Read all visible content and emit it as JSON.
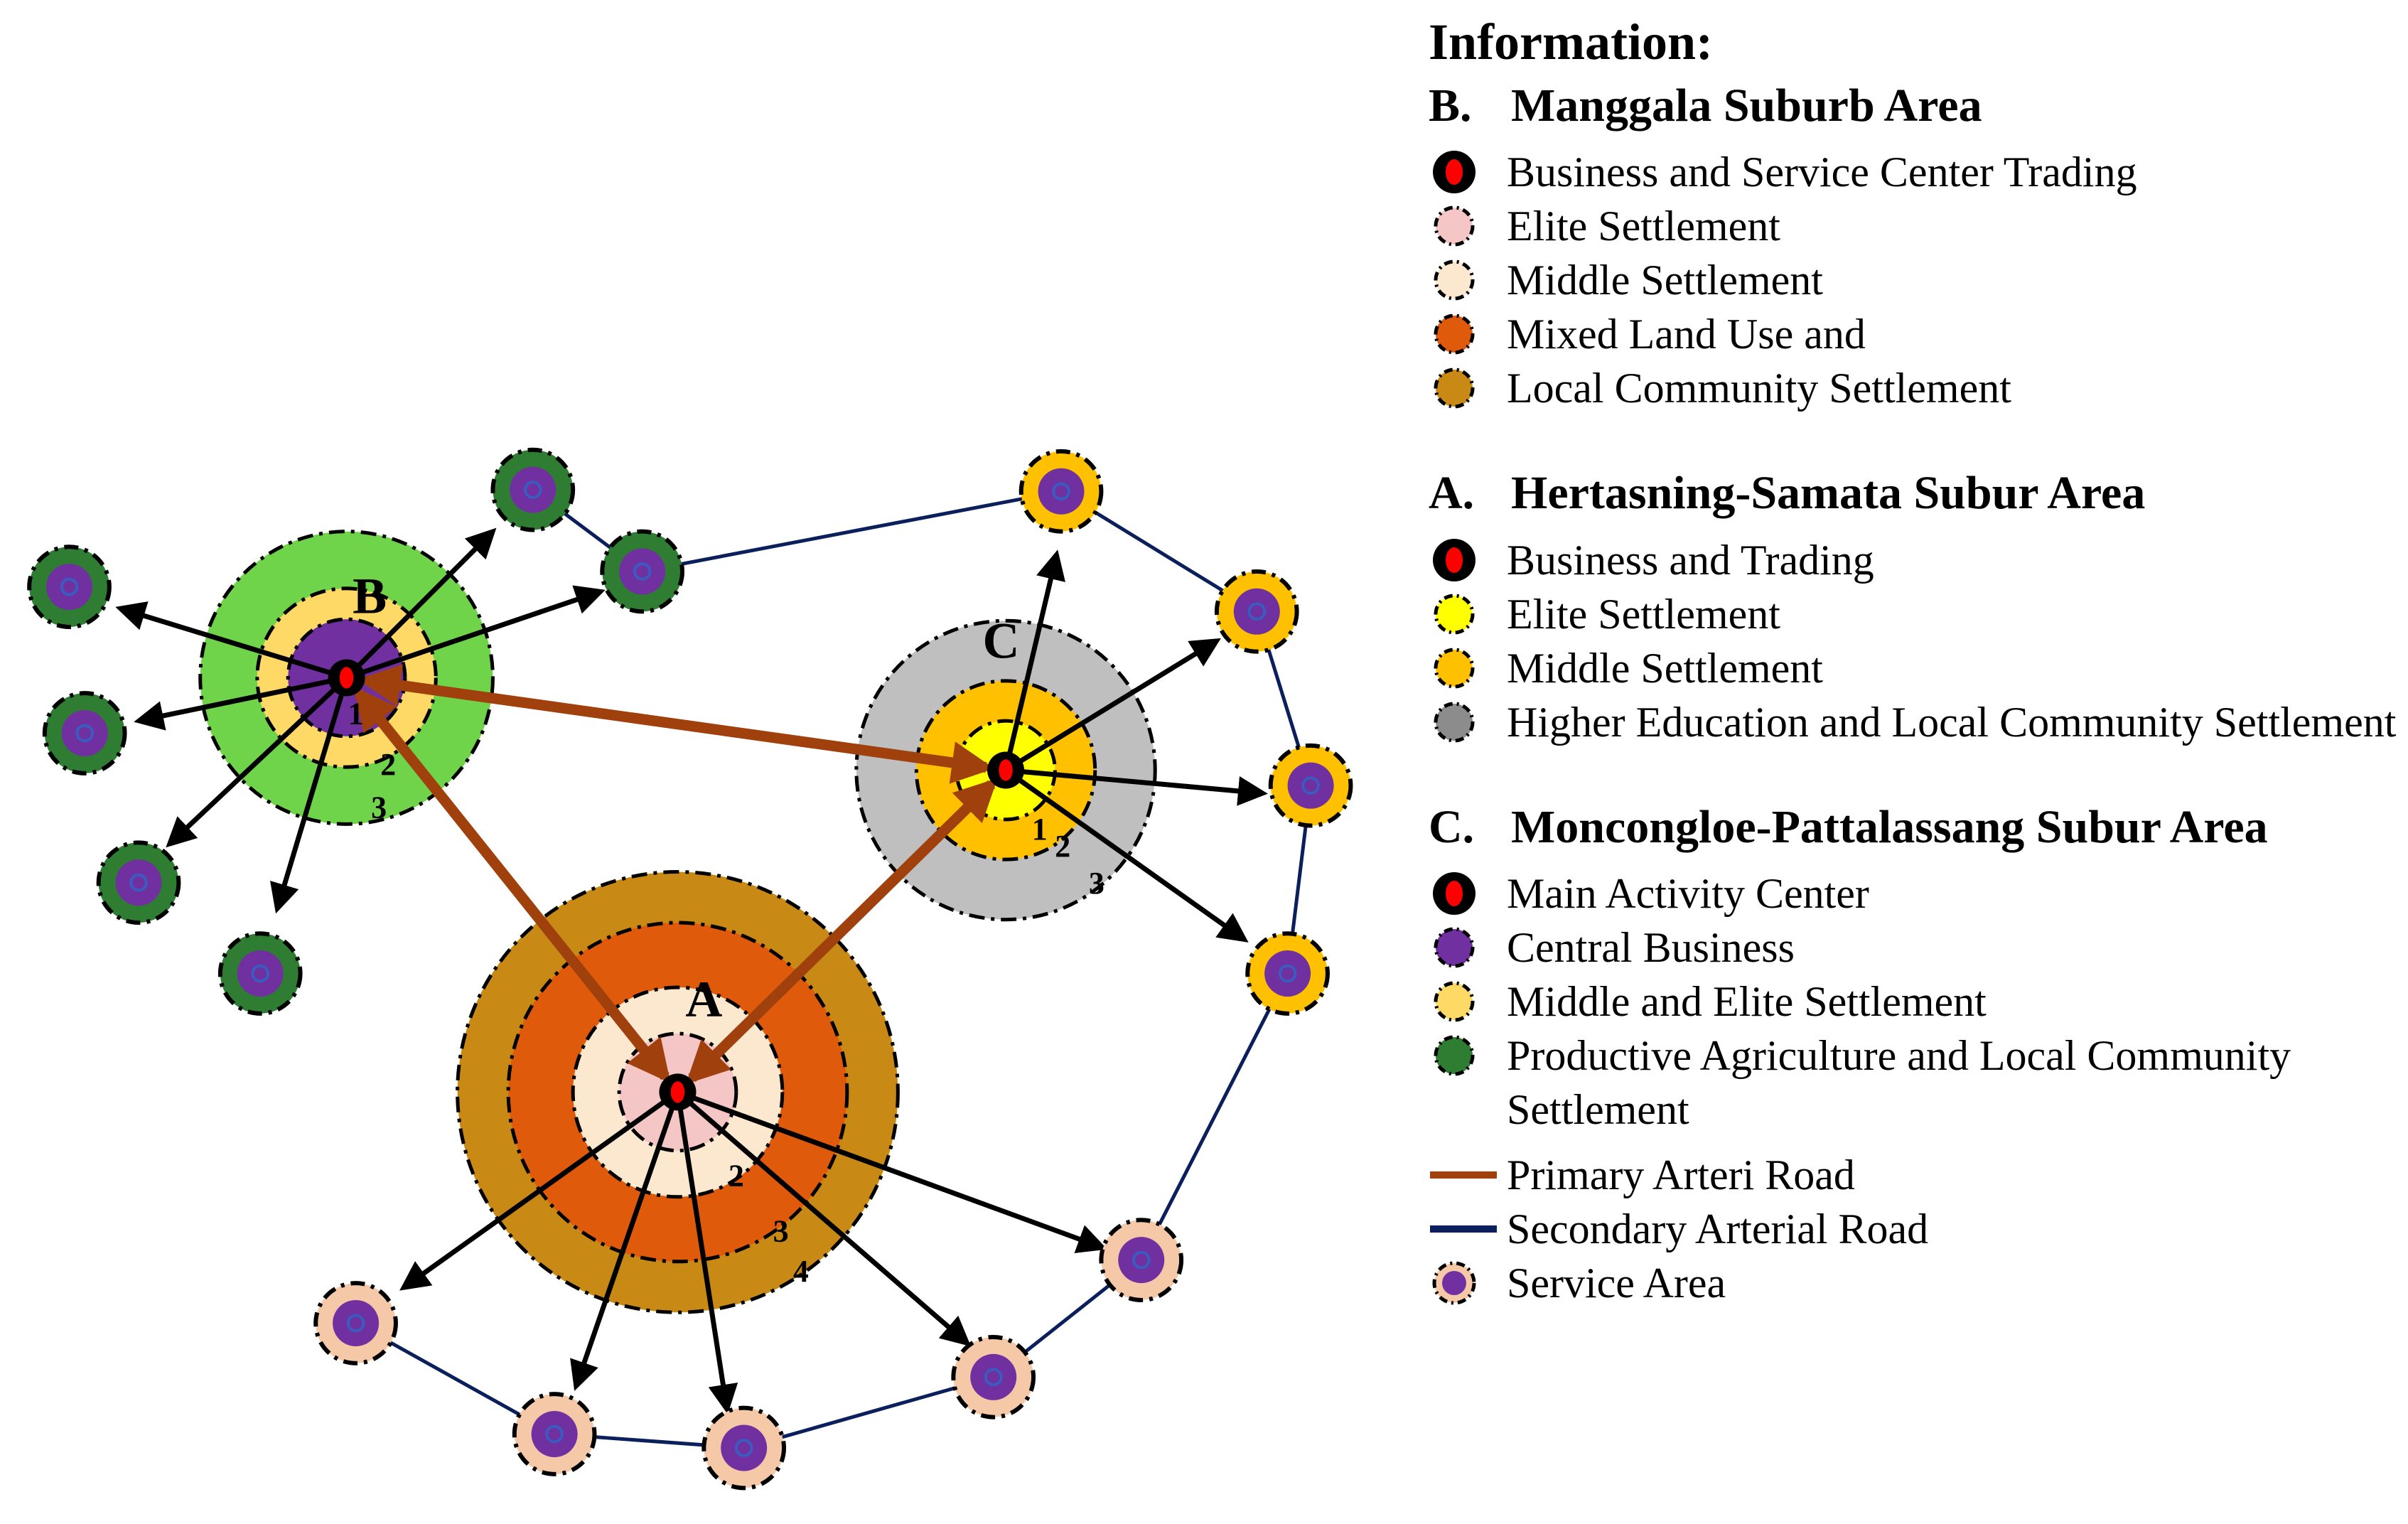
{
  "legend": {
    "title": "Information:",
    "sections": [
      {
        "letter": "B.",
        "title": "Manggala Suburb Area",
        "items": [
          {
            "label": "Business and Service Center Trading",
            "fill": "#ff0000",
            "ring": "#000000",
            "style": "core"
          },
          {
            "label": "Elite Settlement",
            "fill": "#f5c6c6",
            "ring": "#000000",
            "style": "dashed"
          },
          {
            "label": "Middle Settlement",
            "fill": "#fbe8cf",
            "ring": "#000000",
            "style": "dashed"
          },
          {
            "label": "Mixed Land Use and",
            "fill": "#e05a0c",
            "ring": "#000000",
            "style": "dashed"
          },
          {
            "label": "Local Community Settlement",
            "fill": "#c88a14",
            "ring": "#000000",
            "style": "dashed"
          }
        ]
      },
      {
        "letter": "A.",
        "title": "Hertasning-Samata Subur Area",
        "items": [
          {
            "label": "Business and Trading",
            "fill": "#ff0000",
            "ring": "#000000",
            "style": "core"
          },
          {
            "label": "Elite Settlement",
            "fill": "#ffff00",
            "ring": "#000000",
            "style": "dashed"
          },
          {
            "label": "Middle Settlement",
            "fill": "#ffc000",
            "ring": "#000000",
            "style": "dashed"
          },
          {
            "label": "Higher Education and Local Community Settlement",
            "fill": "#8c8c8c",
            "ring": "#000000",
            "style": "dashed"
          }
        ]
      },
      {
        "letter": "C.",
        "title": "Moncongloe-Pattalassang Subur Area",
        "items": [
          {
            "label": "Main Activity Center",
            "fill": "#ff0000",
            "ring": "#000000",
            "style": "core"
          },
          {
            "label": "Central Business",
            "fill": "#7030a0",
            "ring": "#000000",
            "style": "dashed"
          },
          {
            "label": "Middle and Elite Settlement",
            "fill": "#ffd966",
            "ring": "#000000",
            "style": "dashed"
          },
          {
            "label": "Productive Agriculture and Local Community Settlement",
            "fill": "#2e7d32",
            "ring": "#000000",
            "style": "dashed"
          }
        ]
      }
    ],
    "roads": [
      {
        "label": "Primary Arteri Road",
        "color": "#a0400c"
      },
      {
        "label": "Secondary Arterial Road",
        "color": "#0a1f5c"
      }
    ],
    "service_area": {
      "label": "Service Area",
      "fill": "#7030a0",
      "ring": "#f5c9a8"
    }
  },
  "diagram": {
    "centers": [
      {
        "label": "A",
        "ring_numbers": [
          "2",
          "3",
          "4"
        ],
        "rings": [
          "#c88a14",
          "#e05a0c",
          "#fbe8cf",
          "#f5c6c6"
        ]
      },
      {
        "label": "B",
        "ring_numbers": [
          "1",
          "2",
          "3"
        ],
        "rings": [
          "#70d44a",
          "#ffd966",
          "#7030a0"
        ]
      },
      {
        "label": "C",
        "ring_numbers": [
          "1",
          "2",
          "3"
        ],
        "rings": [
          "#bfbfbf",
          "#ffc000",
          "#ffff00"
        ]
      }
    ],
    "colors": {
      "core": "#ff0000",
      "service_purple": "#7030a0",
      "green_ring": "#2e7d32",
      "yellow_ring": "#ffc000",
      "peach_ring": "#f5c9a8",
      "primary_road": "#a0400c",
      "secondary_road": "#0a1f5c",
      "arrow": "#000000"
    }
  }
}
